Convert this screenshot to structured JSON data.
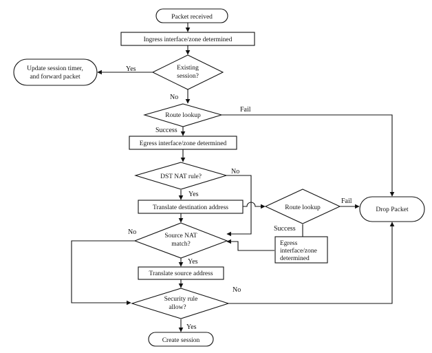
{
  "colors": {
    "stroke": "#111111",
    "fill": "#ffffff",
    "background": "#ffffff"
  },
  "nodes": {
    "packet_received": "Packet received",
    "ingress": "Ingress interface/zone determined",
    "existing_session_1": "Existing",
    "existing_session_2": "session?",
    "update_session_1": "Update session timer,",
    "update_session_2": "and forward packet",
    "route_lookup_1": "Route lookup",
    "egress_1": "Egress interface/zone determined",
    "dst_nat": "DST NAT rule?",
    "translate_dst": "Translate destination address",
    "route_lookup_2": "Route lookup",
    "egress_2_line1": "Egress",
    "egress_2_line2": "interface/zone",
    "egress_2_line3": "determined",
    "drop_packet": "Drop Packet",
    "source_nat_1": "Source NAT",
    "source_nat_2": "match?",
    "translate_src": "Translate source address",
    "security_rule_1": "Security rule",
    "security_rule_2": "allow?",
    "create_session": "Create session"
  },
  "edge_labels": {
    "existing_yes": "Yes",
    "existing_no": "No",
    "route1_fail": "Fail",
    "route1_success": "Success",
    "dst_no": "No",
    "dst_yes": "Yes",
    "route2_fail": "Fail",
    "route2_success": "Success",
    "srcnat_no": "No",
    "srcnat_yes": "Yes",
    "security_no": "No",
    "security_yes": "Yes"
  }
}
